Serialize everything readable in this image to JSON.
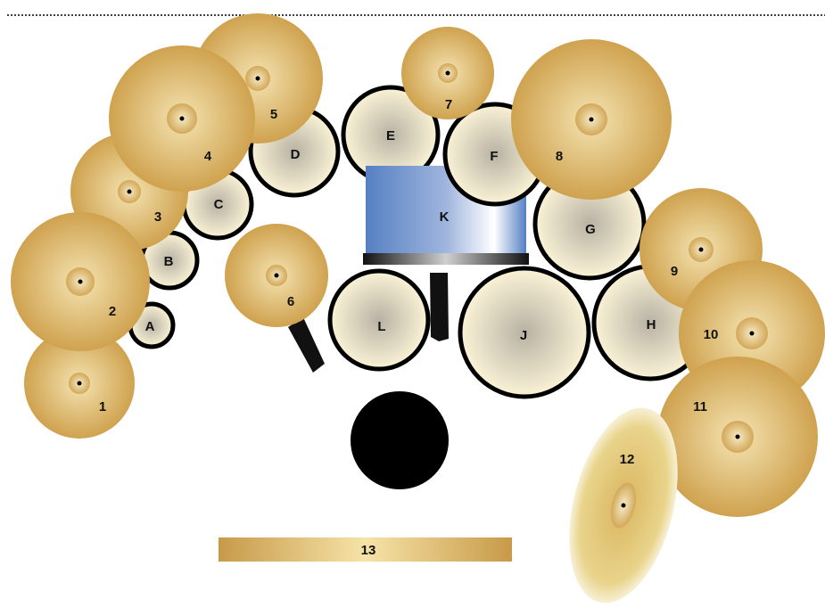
{
  "colors": {
    "cymbal_light": "#f4e3b1",
    "cymbal_dark": "#cfa24f",
    "drum_head_light": "#fbf3d6",
    "drum_head_dark": "#b8b2a4",
    "drum_rim": "#000000",
    "kick_blue": "#5680c4",
    "kick_white": "#ffffff",
    "throne": "#000000",
    "divider": "#000000"
  },
  "cymbals": [
    {
      "id": "1",
      "label": "1"
    },
    {
      "id": "2",
      "label": "2"
    },
    {
      "id": "3",
      "label": "3"
    },
    {
      "id": "4",
      "label": "4"
    },
    {
      "id": "5",
      "label": "5"
    },
    {
      "id": "6",
      "label": "6"
    },
    {
      "id": "7",
      "label": "7"
    },
    {
      "id": "8",
      "label": "8"
    },
    {
      "id": "9",
      "label": "9"
    },
    {
      "id": "10",
      "label": "10"
    },
    {
      "id": "11",
      "label": "11"
    },
    {
      "id": "12",
      "label": "12"
    }
  ],
  "drums": [
    {
      "id": "A",
      "label": "A"
    },
    {
      "id": "B",
      "label": "B"
    },
    {
      "id": "C",
      "label": "C"
    },
    {
      "id": "D",
      "label": "D"
    },
    {
      "id": "E",
      "label": "E"
    },
    {
      "id": "F",
      "label": "F"
    },
    {
      "id": "G",
      "label": "G"
    },
    {
      "id": "H",
      "label": "H"
    },
    {
      "id": "J",
      "label": "J"
    },
    {
      "id": "K",
      "label": "K"
    },
    {
      "id": "L",
      "label": "L"
    }
  ],
  "bar": {
    "label": "13"
  }
}
